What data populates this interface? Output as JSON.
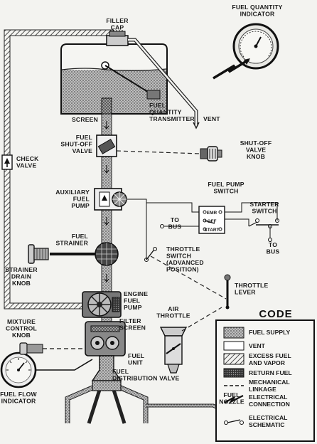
{
  "labels": {
    "fuel_quantity_indicator": [
      "FUEL QUANTITY",
      "INDICATOR"
    ],
    "filler_cap": [
      "FILLER",
      "CAP"
    ],
    "screen": "SCREEN",
    "fuel_quantity_transmitter": [
      "FUEL",
      "QUANTITY",
      "TRANSMITTER"
    ],
    "vent": "VENT",
    "fuel_shutoff_valve": [
      "FUEL",
      "SHUT-OFF",
      "VALVE"
    ],
    "shutoff_valve_knob": [
      "SHUT-OFF",
      "VALVE",
      "KNOB"
    ],
    "check_valve": [
      "CHECK",
      "VALVE"
    ],
    "fuel_pump_switch": [
      "FUEL PUMP",
      "SWITCH"
    ],
    "auxiliary_fuel_pump": [
      "AUXILIARY",
      "FUEL",
      "PUMP"
    ],
    "starter_switch": [
      "STARTER",
      "SWITCH"
    ],
    "to_bus_left": [
      "TO",
      "BUS"
    ],
    "to_bus_right": [
      "TO",
      "BUS"
    ],
    "fuel_strainer": [
      "FUEL",
      "STRAINER"
    ],
    "throttle_switch": [
      "THROTTLE",
      "SWITCH",
      "(ADVANCED",
      "POSITION)"
    ],
    "strainer_drain_knob": [
      "STRAINER",
      "DRAIN",
      "KNOB"
    ],
    "throttle_lever": [
      "THROTTLE",
      "LEVER"
    ],
    "engine_fuel_pump": [
      "ENGINE",
      "FUEL",
      "PUMP"
    ],
    "air_throttle": [
      "AIR",
      "THROTTLE"
    ],
    "filter_screen": [
      "FILTER",
      "SCREEN"
    ],
    "mixture_control_knob": [
      "MIXTURE",
      "CONTROL",
      "KNOB"
    ],
    "fuel_unit": [
      "FUEL",
      "UNIT"
    ],
    "fuel_distribution_valve": [
      "FUEL",
      "DISTRIBUTION VALVE"
    ],
    "fuel_flow_indicator": [
      "FUEL FLOW",
      "INDICATOR"
    ],
    "fuel_nozzle": [
      "FUEL",
      "NOZZLE"
    ],
    "switch_emr": "EMR",
    "switch_off": "OFF",
    "switch_start": "START"
  },
  "code": {
    "title": "CODE",
    "items": [
      {
        "pattern": "fuel-supply",
        "label": [
          "FUEL SUPPLY"
        ]
      },
      {
        "pattern": "vent",
        "label": [
          "VENT"
        ]
      },
      {
        "pattern": "excess-fuel",
        "label": [
          "EXCESS FUEL",
          "AND VAPOR"
        ]
      },
      {
        "pattern": "return-fuel",
        "label": [
          "RETURN FUEL"
        ]
      },
      {
        "pattern": "mechanical-linkage",
        "label": [
          "MECHANICAL",
          "LINKAGE"
        ]
      },
      {
        "pattern": "electrical-connection",
        "label": [
          "ELECTRICAL",
          "CONNECTION"
        ]
      },
      {
        "pattern": "electrical-schematic",
        "label": [
          "ELECTRICAL",
          "SCHEMATIC"
        ]
      }
    ]
  }
}
